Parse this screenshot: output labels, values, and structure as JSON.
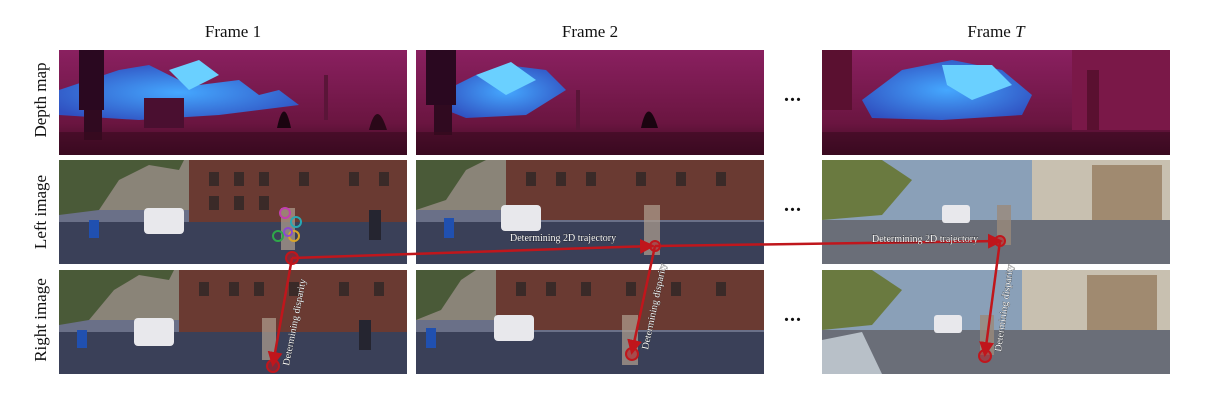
{
  "columns": [
    {
      "title": "Frame 1"
    },
    {
      "title": "Frame 2"
    },
    {
      "title_prefix": "Frame ",
      "title_var": "T"
    }
  ],
  "rows": [
    {
      "label": "Depth map"
    },
    {
      "label": "Left image"
    },
    {
      "label": "Right image"
    }
  ],
  "ellipsis": "...",
  "annotations": {
    "trajectory_label": "Determining 2D trajectory",
    "disparity_label": "Determining disparity"
  },
  "colors": {
    "arrow": "#c0161c",
    "depth_bg": "#7a1a4c",
    "depth_sky": "#3a6fe0",
    "depth_dark": "#2a0a1a",
    "marker_colors": [
      "#c23fb0",
      "#28a8b4",
      "#2fa84a",
      "#d8a428"
    ]
  }
}
